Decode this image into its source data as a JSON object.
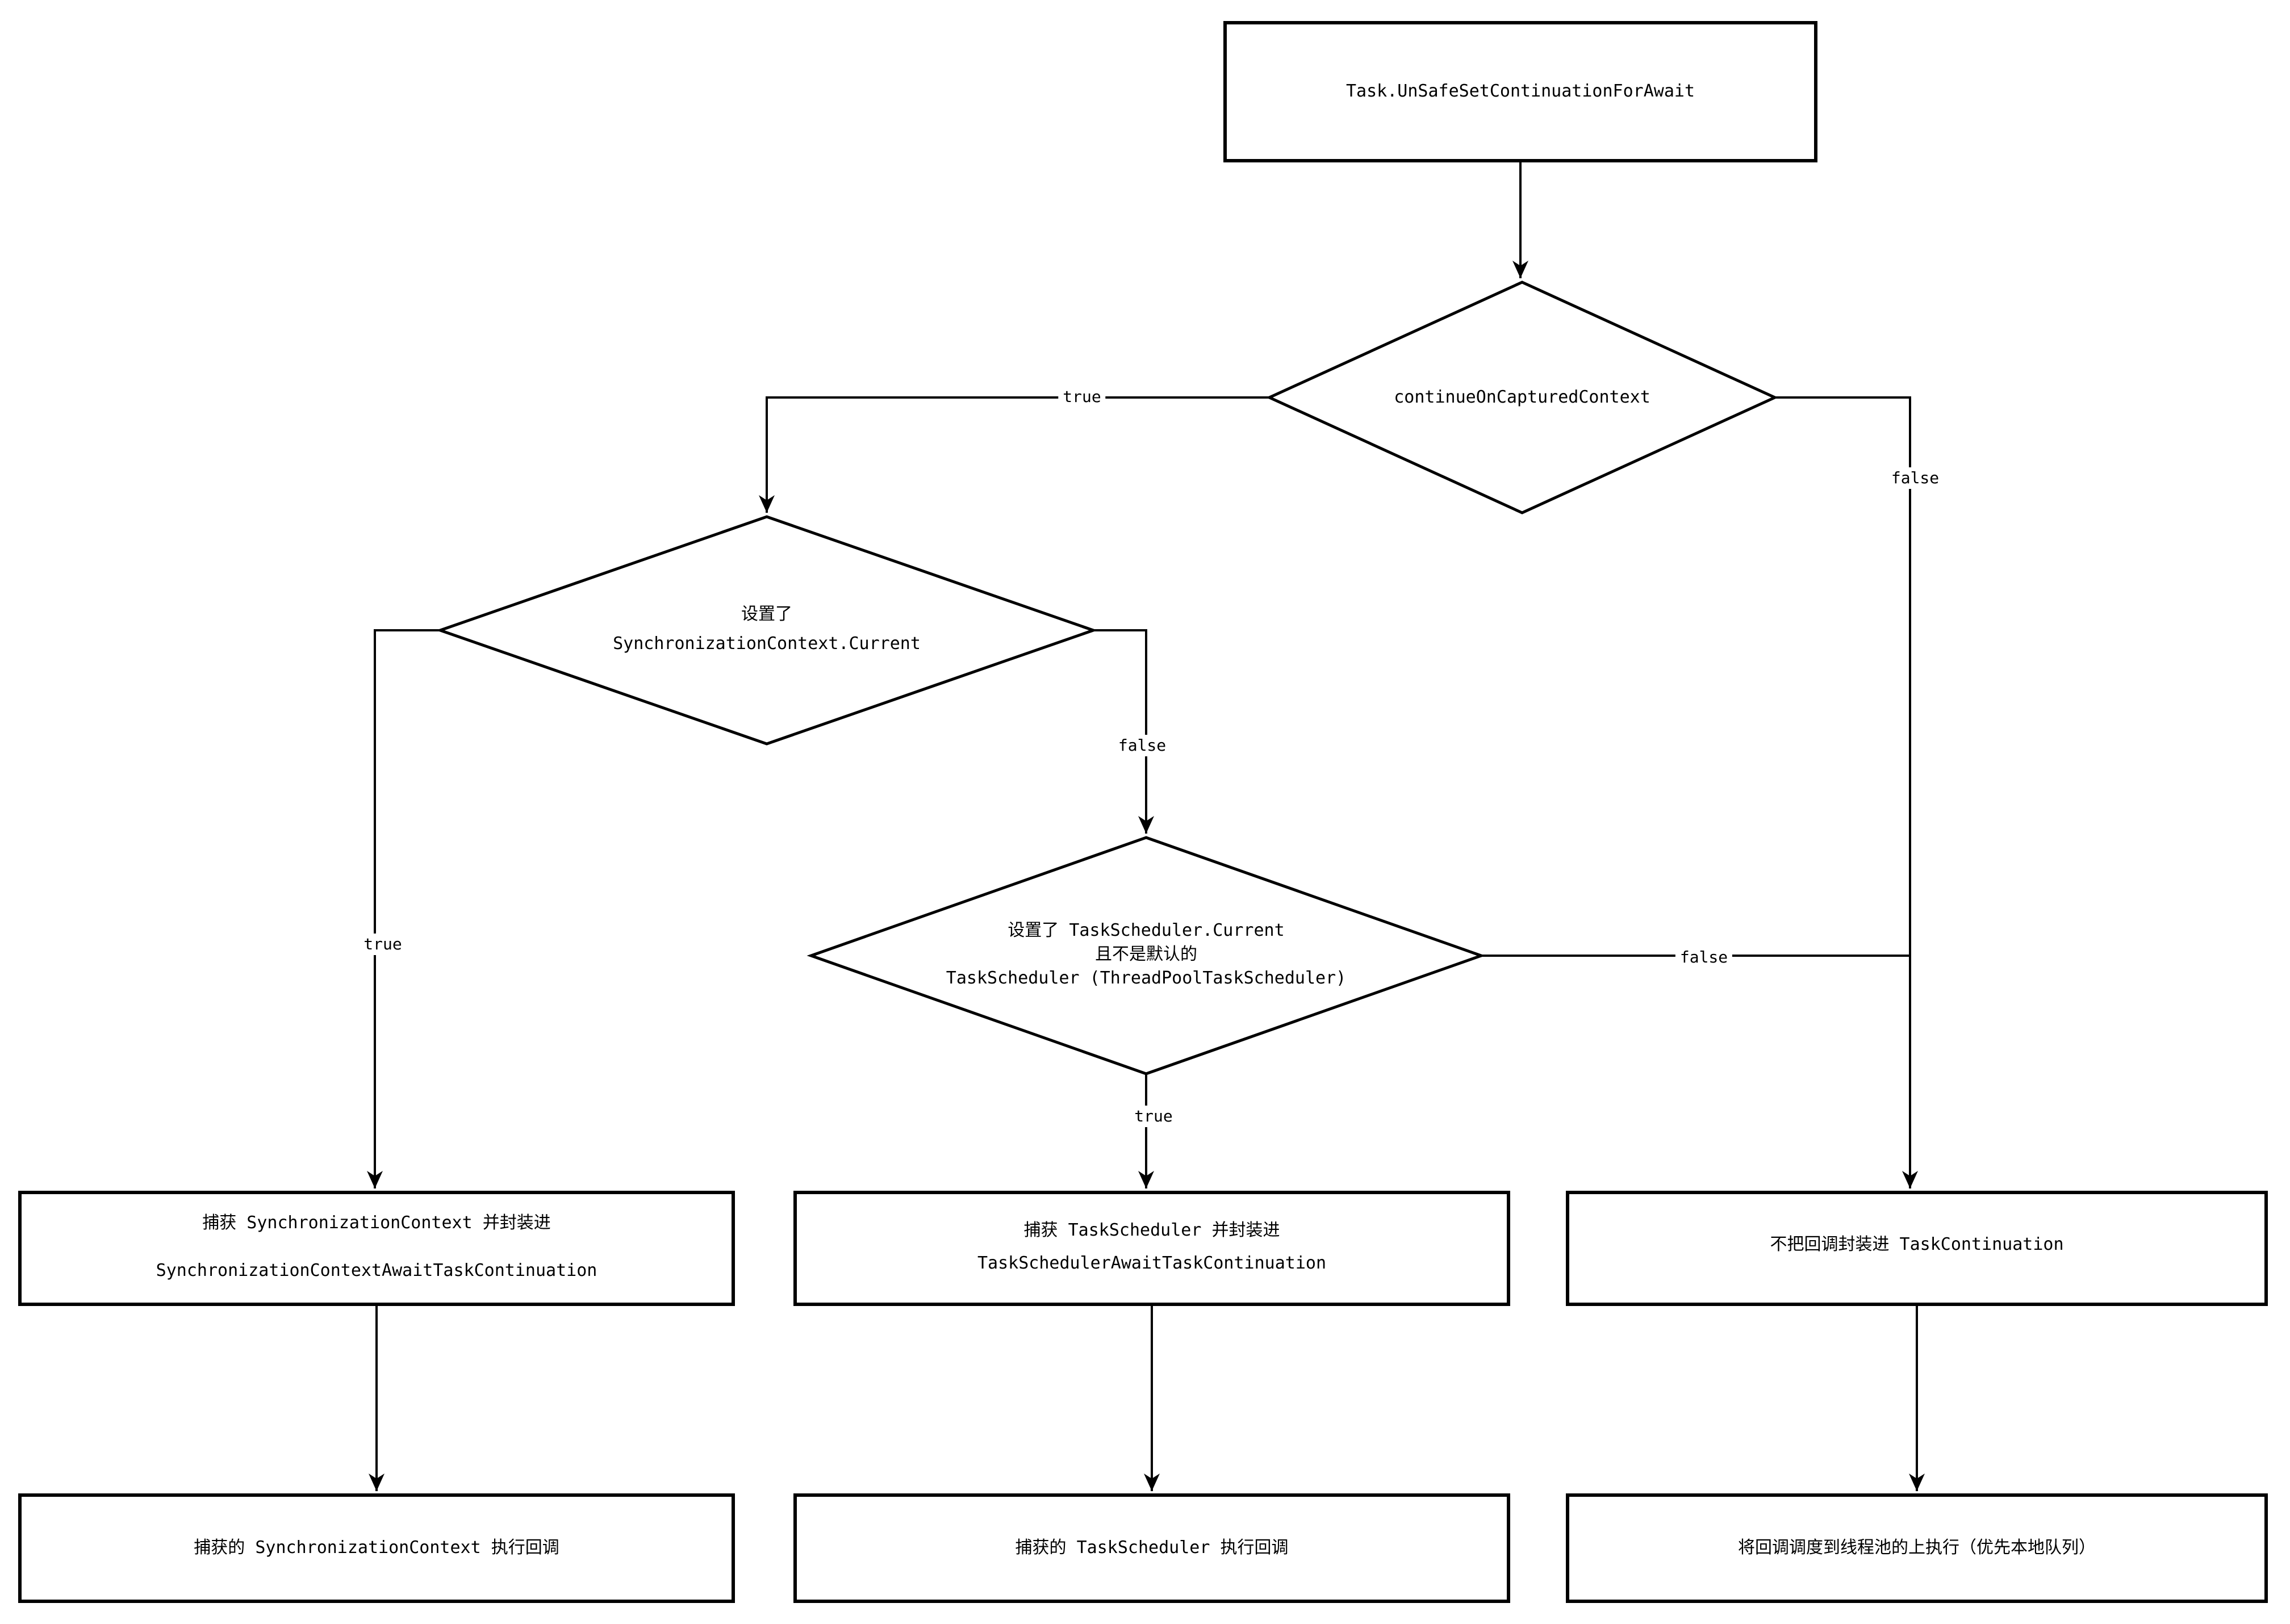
{
  "diagram": {
    "nodes": {
      "start": {
        "line1": "Task.UnSafeSetContinuationForAwait"
      },
      "decision_continue_on_captured_context": {
        "line1": "continueOnCapturedContext"
      },
      "decision_sync_context": {
        "line1": "设置了",
        "line2": "SynchronizationContext.Current"
      },
      "decision_task_scheduler": {
        "line1": "设置了 TaskScheduler.Current",
        "line2": "且不是默认的",
        "line3": "TaskScheduler (ThreadPoolTaskScheduler)"
      },
      "capture_sync_context": {
        "line1": "捕获 SynchronizationContext 并封装进",
        "line2": "SynchronizationContextAwaitTaskContinuation"
      },
      "capture_task_scheduler": {
        "line1": "捕获 TaskScheduler 并封装进",
        "line2": "TaskSchedulerAwaitTaskContinuation"
      },
      "no_task_continuation": {
        "line1": "不把回调封装进 TaskContinuation"
      },
      "run_on_sync_context": {
        "line1": "捕获的 SynchronizationContext 执行回调"
      },
      "run_on_task_scheduler": {
        "line1": "捕获的 TaskScheduler 执行回调"
      },
      "schedule_to_thread_pool": {
        "line1": "将回调调度到线程池的上执行（优先本地队列）"
      }
    },
    "edge_labels": {
      "continue_true": "true",
      "continue_false": "false",
      "sync_true": "true",
      "sync_false": "false",
      "scheduler_true": "true",
      "scheduler_false": "false"
    },
    "colors": {
      "line": "#000000",
      "background": "#ffffff",
      "text": "#000000"
    }
  }
}
